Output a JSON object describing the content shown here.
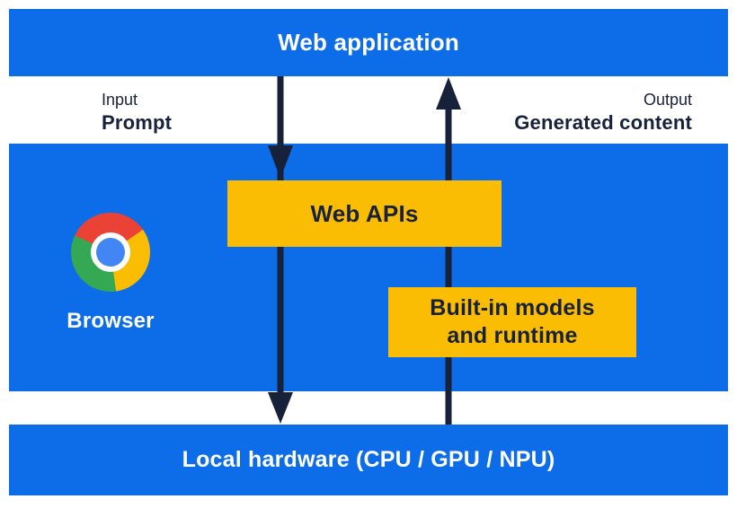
{
  "top_bar": {
    "label": "Web application"
  },
  "io": {
    "input_caption": "Input",
    "input_label": "Prompt",
    "output_caption": "Output",
    "output_label": "Generated content"
  },
  "browser_band": {
    "browser_label": "Browser",
    "web_apis_label": "Web APIs",
    "builtin_models_line1": "Built-in models",
    "builtin_models_line2": "and runtime",
    "chrome_icon": "chrome-browser-logo"
  },
  "bottom_bar": {
    "label": "Local hardware (CPU / GPU / NPU)"
  },
  "arrows": {
    "down_arrow": "prompt-flow-down",
    "up_arrow": "generated-content-flow-up"
  },
  "colors": {
    "band_blue": "#0D6CE8",
    "box_yellow": "#FBBC04",
    "navy": "#17213A",
    "chrome_red": "#EA4335",
    "chrome_yellow": "#FBBC04",
    "chrome_green": "#34A853",
    "chrome_center_blue": "#4285F4",
    "text_white": "#FFFFFF"
  }
}
